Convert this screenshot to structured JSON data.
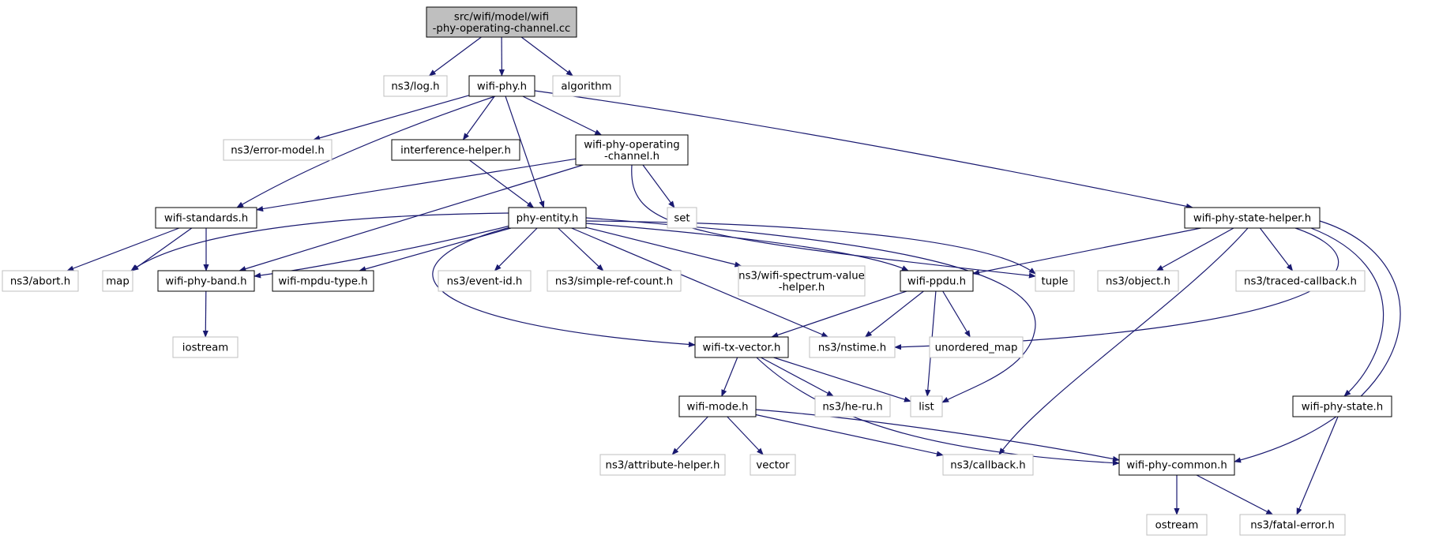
{
  "colors": {
    "edge": "#191970",
    "root_fill": "#bfbfbf",
    "root_stroke": "#000000",
    "local_stroke": "#000000",
    "system_stroke": "#bfbfbf",
    "box_fill": "#ffffff"
  },
  "nodes": {
    "root": {
      "lines": [
        "src/wifi/model/wifi",
        "-phy-operating-channel.cc"
      ],
      "kind": "root"
    },
    "log": {
      "lines": [
        "ns3/log.h"
      ],
      "kind": "system"
    },
    "phy": {
      "lines": [
        "wifi-phy.h"
      ],
      "kind": "local"
    },
    "algorithm": {
      "lines": [
        "algorithm"
      ],
      "kind": "system"
    },
    "errmodel": {
      "lines": [
        "ns3/error-model.h"
      ],
      "kind": "system"
    },
    "interf": {
      "lines": [
        "interference-helper.h"
      ],
      "kind": "local"
    },
    "opchan": {
      "lines": [
        "wifi-phy-operating",
        "-channel.h"
      ],
      "kind": "local"
    },
    "standards": {
      "lines": [
        "wifi-standards.h"
      ],
      "kind": "local"
    },
    "phyentity": {
      "lines": [
        "phy-entity.h"
      ],
      "kind": "local"
    },
    "set": {
      "lines": [
        "set"
      ],
      "kind": "system"
    },
    "statehelper": {
      "lines": [
        "wifi-phy-state-helper.h"
      ],
      "kind": "local"
    },
    "abort": {
      "lines": [
        "ns3/abort.h"
      ],
      "kind": "system"
    },
    "map": {
      "lines": [
        "map"
      ],
      "kind": "system"
    },
    "band": {
      "lines": [
        "wifi-phy-band.h"
      ],
      "kind": "local"
    },
    "mpdutype": {
      "lines": [
        "wifi-mpdu-type.h"
      ],
      "kind": "local"
    },
    "eventid": {
      "lines": [
        "ns3/event-id.h"
      ],
      "kind": "system"
    },
    "simpleref": {
      "lines": [
        "ns3/simple-ref-count.h"
      ],
      "kind": "system"
    },
    "spectrum": {
      "lines": [
        "ns3/wifi-spectrum-value",
        "-helper.h"
      ],
      "kind": "system"
    },
    "ppdu": {
      "lines": [
        "wifi-ppdu.h"
      ],
      "kind": "local"
    },
    "tuple": {
      "lines": [
        "tuple"
      ],
      "kind": "system"
    },
    "object": {
      "lines": [
        "ns3/object.h"
      ],
      "kind": "system"
    },
    "traced": {
      "lines": [
        "ns3/traced-callback.h"
      ],
      "kind": "system"
    },
    "iostream": {
      "lines": [
        "iostream"
      ],
      "kind": "system"
    },
    "txvector": {
      "lines": [
        "wifi-tx-vector.h"
      ],
      "kind": "local"
    },
    "nstime": {
      "lines": [
        "ns3/nstime.h"
      ],
      "kind": "system"
    },
    "unordered": {
      "lines": [
        "unordered_map"
      ],
      "kind": "system"
    },
    "mode": {
      "lines": [
        "wifi-mode.h"
      ],
      "kind": "local"
    },
    "heru": {
      "lines": [
        "ns3/he-ru.h"
      ],
      "kind": "system"
    },
    "list": {
      "lines": [
        "list"
      ],
      "kind": "system"
    },
    "phystate": {
      "lines": [
        "wifi-phy-state.h"
      ],
      "kind": "local"
    },
    "attrhelper": {
      "lines": [
        "ns3/attribute-helper.h"
      ],
      "kind": "system"
    },
    "vector": {
      "lines": [
        "vector"
      ],
      "kind": "system"
    },
    "callback": {
      "lines": [
        "ns3/callback.h"
      ],
      "kind": "system"
    },
    "common": {
      "lines": [
        "wifi-phy-common.h"
      ],
      "kind": "local"
    },
    "ostream": {
      "lines": [
        "ostream"
      ],
      "kind": "system"
    },
    "fatal": {
      "lines": [
        "ns3/fatal-error.h"
      ],
      "kind": "system"
    }
  },
  "edges": [
    [
      "root",
      "log"
    ],
    [
      "root",
      "phy"
    ],
    [
      "root",
      "algorithm"
    ],
    [
      "phy",
      "errmodel"
    ],
    [
      "phy",
      "interf"
    ],
    [
      "phy",
      "opchan"
    ],
    [
      "phy",
      "standards"
    ],
    [
      "phy",
      "phyentity"
    ],
    [
      "phy",
      "statehelper"
    ],
    [
      "interf",
      "phyentity"
    ],
    [
      "opchan",
      "standards"
    ],
    [
      "opchan",
      "band"
    ],
    [
      "opchan",
      "set"
    ],
    [
      "opchan",
      "tuple"
    ],
    [
      "standards",
      "abort"
    ],
    [
      "standards",
      "map"
    ],
    [
      "standards",
      "band"
    ],
    [
      "phyentity",
      "map"
    ],
    [
      "phyentity",
      "band"
    ],
    [
      "phyentity",
      "mpdutype"
    ],
    [
      "phyentity",
      "eventid"
    ],
    [
      "phyentity",
      "simpleref"
    ],
    [
      "phyentity",
      "spectrum"
    ],
    [
      "phyentity",
      "ppdu"
    ],
    [
      "phyentity",
      "tuple"
    ],
    [
      "phyentity",
      "txvector"
    ],
    [
      "phyentity",
      "nstime"
    ],
    [
      "phyentity",
      "list"
    ],
    [
      "band",
      "iostream"
    ],
    [
      "statehelper",
      "ppdu"
    ],
    [
      "statehelper",
      "object"
    ],
    [
      "statehelper",
      "traced"
    ],
    [
      "statehelper",
      "nstime"
    ],
    [
      "statehelper",
      "callback"
    ],
    [
      "statehelper",
      "phystate"
    ],
    [
      "statehelper",
      "common"
    ],
    [
      "ppdu",
      "txvector"
    ],
    [
      "ppdu",
      "nstime"
    ],
    [
      "ppdu",
      "unordered"
    ],
    [
      "ppdu",
      "list"
    ],
    [
      "txvector",
      "mode"
    ],
    [
      "txvector",
      "heru"
    ],
    [
      "txvector",
      "list"
    ],
    [
      "txvector",
      "common"
    ],
    [
      "mode",
      "attrhelper"
    ],
    [
      "mode",
      "vector"
    ],
    [
      "mode",
      "callback"
    ],
    [
      "mode",
      "common"
    ],
    [
      "phystate",
      "fatal"
    ],
    [
      "common",
      "ostream"
    ],
    [
      "common",
      "fatal"
    ]
  ]
}
